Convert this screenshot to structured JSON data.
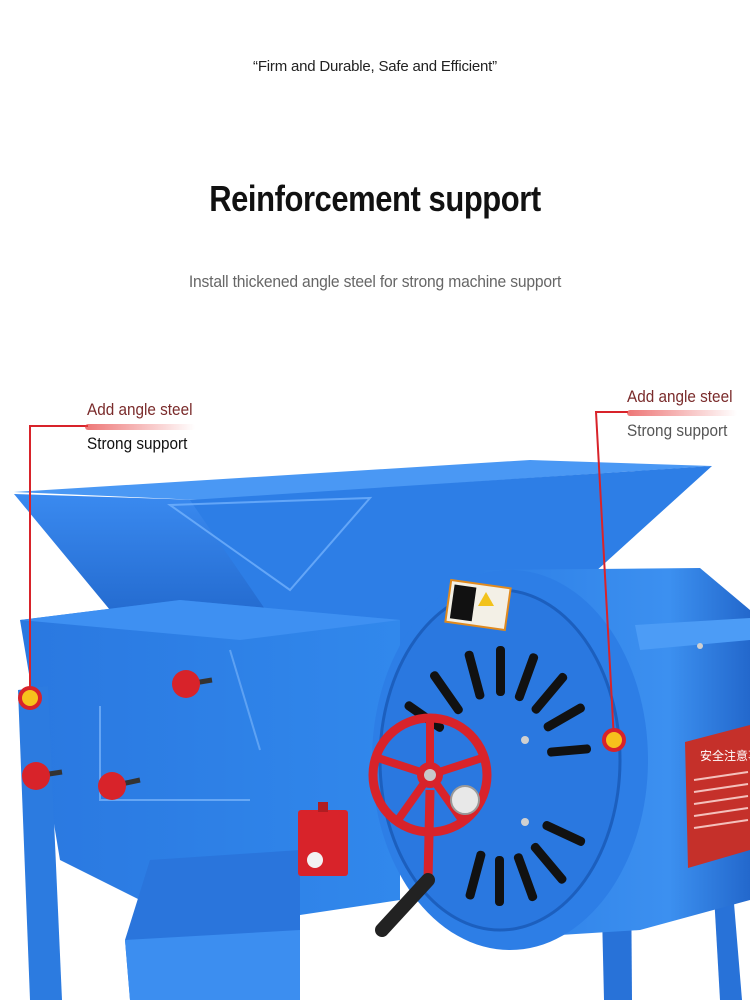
{
  "header": {
    "tagline": "“Firm and Durable, Safe and Efficient”",
    "title": "Reinforcement support",
    "subtitle": "Install thickened angle steel for strong machine support"
  },
  "callouts": {
    "left": {
      "line1": "Add angle steel",
      "line2": "Strong support"
    },
    "right": {
      "line1": "Add angle steel",
      "line2": "Strong support"
    }
  },
  "colors": {
    "machine_blue": "#2f7fe0",
    "machine_blue_dark": "#1f62c2",
    "accent_red": "#d8232a",
    "marker_yellow": "#f7c21c",
    "callout_text": "#7a2b2b"
  },
  "product": {
    "warning_label": "安全注意事项"
  }
}
